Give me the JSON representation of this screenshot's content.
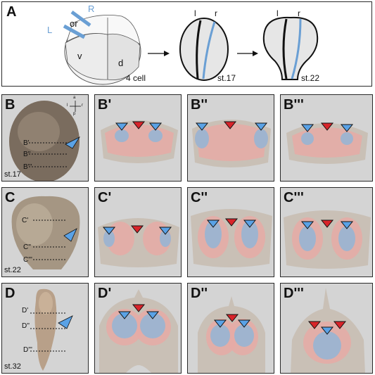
{
  "panel_a": {
    "letter": "A",
    "label_r": "R",
    "label_l": "L",
    "label_or": "or",
    "label_v": "v",
    "label_d": "d",
    "caption_4cell": "4 cell",
    "caption_st17": "st.17",
    "caption_st22": "st.22",
    "label_l_small_1": "l",
    "label_r_small_1": "r",
    "label_l_small_2": "l",
    "label_r_small_2": "r"
  },
  "row_b": {
    "letter": "B",
    "stage": "st.17",
    "planes": [
      "B'",
      "B''",
      "B'''"
    ],
    "compass": {
      "a": "a",
      "p": "p",
      "l": "l",
      "r": "r"
    },
    "sections": [
      "B'",
      "B''",
      "B'''"
    ]
  },
  "row_c": {
    "letter": "C",
    "stage": "st.22",
    "planes": [
      "C'",
      "C''",
      "C'''"
    ],
    "sections": [
      "C'",
      "C''",
      "C'''"
    ]
  },
  "row_d": {
    "letter": "D",
    "stage": "st.32",
    "planes": [
      "D'",
      "D''",
      "D'''"
    ],
    "sections": [
      "D'",
      "D''",
      "D'''"
    ]
  },
  "colors": {
    "left_blue": "#6a9fd4",
    "tissue_pink": "#e6aaa6",
    "tissue_blue": "#9fb4cf",
    "arrow_red": "#d8242a",
    "arrow_blue": "#5aa2e6",
    "panel_bg": "#d4d4d4"
  }
}
